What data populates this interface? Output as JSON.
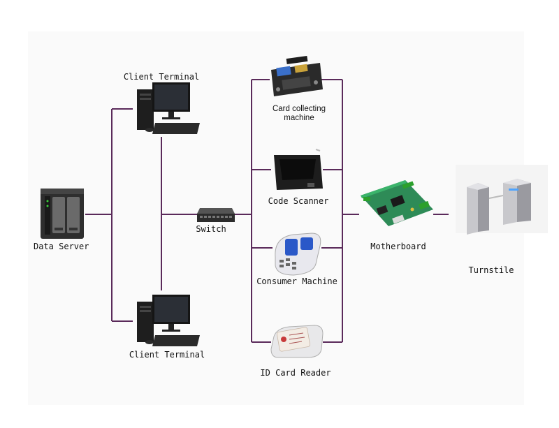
{
  "diagram": {
    "nodes": {
      "data_server": "Data Server",
      "client_terminal_top": "Client Terminal",
      "client_terminal_bottom": "Client Terminal",
      "switch": "Switch",
      "card_collecting_machine_line1": "Card collecting",
      "card_collecting_machine_line2": "machine",
      "code_scanner": "Code Scanner",
      "consumer_machine": "Consumer Machine",
      "id_card_reader": "ID Card Reader",
      "motherboard": "Motherboard",
      "turnstile": "Turnstile"
    },
    "colors": {
      "connector": "#5a2a5a",
      "background": "#ffffff"
    }
  }
}
